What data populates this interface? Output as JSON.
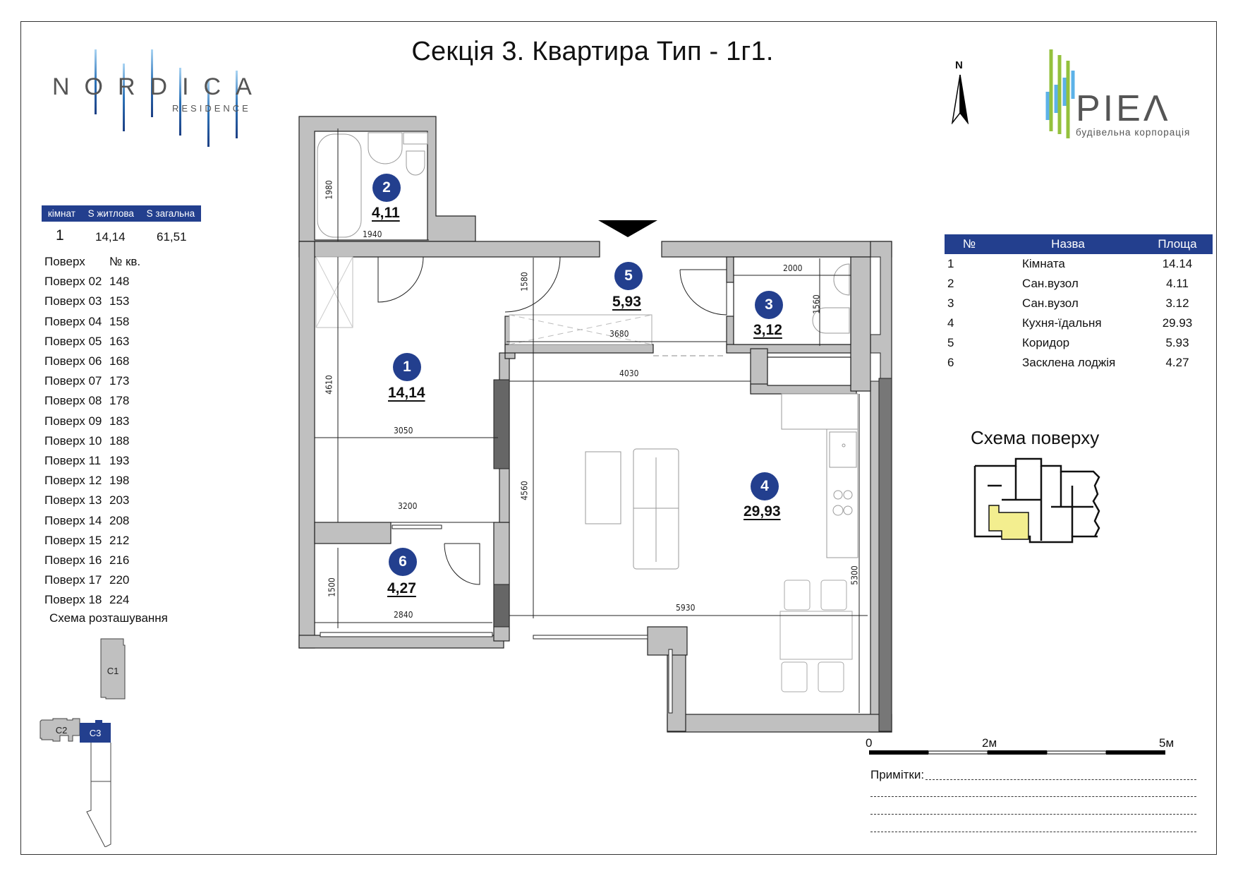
{
  "header": {
    "title": "Секція 3. Квартира Тип - 1г1.",
    "logo_left": {
      "main": "NORDICA",
      "sub": "RESIDENCE"
    },
    "logo_right": {
      "main": "PIEΛ",
      "sub": "будівельна корпорація"
    },
    "north_label": "N"
  },
  "summary": {
    "headers": [
      "кімнат",
      "S житлова",
      "S загальна"
    ],
    "values": {
      "rooms": "1",
      "living_area": "14,14",
      "total_area": "61,51"
    },
    "floors_header": {
      "floor": "Поверх",
      "apt": "№ кв."
    },
    "floors": [
      {
        "floor": "Поверх 02",
        "apt": "148"
      },
      {
        "floor": "Поверх 03",
        "apt": "153"
      },
      {
        "floor": "Поверх 04",
        "apt": "158"
      },
      {
        "floor": "Поверх 05",
        "apt": "163"
      },
      {
        "floor": "Поверх 06",
        "apt": "168"
      },
      {
        "floor": "Поверх 07",
        "apt": "173"
      },
      {
        "floor": "Поверх 08",
        "apt": "178"
      },
      {
        "floor": "Поверх 09",
        "apt": "183"
      },
      {
        "floor": "Поверх 10",
        "apt": "188"
      },
      {
        "floor": "Поверх 11",
        "apt": "193"
      },
      {
        "floor": "Поверх 12",
        "apt": "198"
      },
      {
        "floor": "Поверх 13",
        "apt": "203"
      },
      {
        "floor": "Поверх 14",
        "apt": "208"
      },
      {
        "floor": "Поверх 15",
        "apt": "212"
      },
      {
        "floor": "Поверх 16",
        "apt": "216"
      },
      {
        "floor": "Поверх 17",
        "apt": "220"
      },
      {
        "floor": "Поверх 18",
        "apt": "224"
      }
    ],
    "location_scheme_label": "Схема розташування",
    "sections": {
      "c1": "С1",
      "c2": "С2",
      "c3": "С3"
    }
  },
  "rooms_table": {
    "headers": {
      "num": "№",
      "name": "Назва",
      "area": "Площа"
    },
    "rows": [
      {
        "num": "1",
        "name": "Кімната",
        "area": "14.14"
      },
      {
        "num": "2",
        "name": "Сан.вузол",
        "area": "4.11"
      },
      {
        "num": "3",
        "name": "Сан.вузол",
        "area": "3.12"
      },
      {
        "num": "4",
        "name": "Кухня-їдальня",
        "area": "29.93"
      },
      {
        "num": "5",
        "name": "Коридор",
        "area": "5.93"
      },
      {
        "num": "6",
        "name": "Засклена лоджія",
        "area": "4.27"
      }
    ]
  },
  "floor_scheme_label": "Схема поверху",
  "plan": {
    "rooms": [
      {
        "num": "1",
        "area": "14,14"
      },
      {
        "num": "2",
        "area": "4,11"
      },
      {
        "num": "3",
        "area": "3,12"
      },
      {
        "num": "4",
        "area": "29,93"
      },
      {
        "num": "5",
        "area": "5,93"
      },
      {
        "num": "6",
        "area": "4,27"
      }
    ],
    "dimensions": {
      "d1980": "1980",
      "d1940": "1940",
      "d1580": "1580",
      "d3680": "3680",
      "d2000": "2000",
      "d1560": "1560",
      "d4030": "4030",
      "d4610": "4610",
      "d3050": "3050",
      "d3200": "3200",
      "d4560": "4560",
      "d1500": "1500",
      "d2840": "2840",
      "d5930": "5930",
      "d5300": "5300"
    }
  },
  "scale": {
    "labels": [
      "0",
      "2м",
      "5м"
    ]
  },
  "notes": {
    "label": "Примітки:"
  },
  "colors": {
    "accent": "#233f8e",
    "wall": "#c0c0c0",
    "wall_dark": "#666666",
    "highlight": "#f3ee8f"
  }
}
